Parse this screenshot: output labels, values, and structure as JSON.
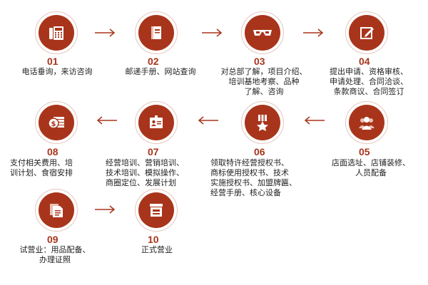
{
  "colors": {
    "accent": "#a8351b",
    "ring": "#e4c7bd",
    "arrow": "#a8351b"
  },
  "steps": [
    {
      "num": "01",
      "text": "电话垂询，来访咨询",
      "icon": "telephone-icon"
    },
    {
      "num": "02",
      "text": "邮递手册、网站查询",
      "icon": "book-icon"
    },
    {
      "num": "03",
      "text": "对总部了解，项目介绍、\n培训基地考察、品种\n了解、咨询",
      "icon": "glasses-icon"
    },
    {
      "num": "04",
      "text": "提出申请、资格审核、\n申请处理、合同洽谈、\n条款商议、合同签订",
      "icon": "pen-form-icon"
    },
    {
      "num": "05",
      "text": "店面选址、店铺装修、\n人员配备",
      "icon": "people-icon"
    },
    {
      "num": "06",
      "text": "领取特许经营授权书、\n商标使用授权书、技术\n实施授权书、加盟牌匾、\n经营手册、核心设备",
      "icon": "medal-icon"
    },
    {
      "num": "07",
      "text": "经营培训、营销培训、\n技术培训、模拟操作、\n商圈定位、发展计划",
      "icon": "id-card-icon"
    },
    {
      "num": "08",
      "text": "支付相关费用、培\n训计划、食宿安排",
      "icon": "money-icon"
    },
    {
      "num": "09",
      "text": "试营业：用品配备、\n办理证照",
      "icon": "documents-icon"
    },
    {
      "num": "10",
      "text": "正式营业",
      "icon": "shop-icon"
    }
  ]
}
